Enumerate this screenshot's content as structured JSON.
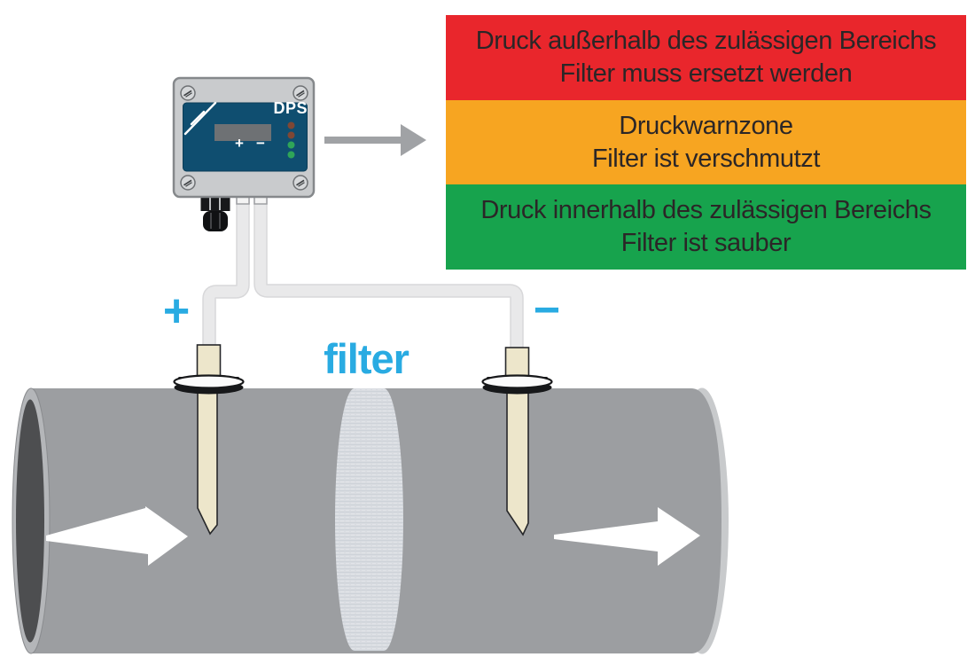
{
  "device": {
    "model_label": "DPS",
    "port_plus_label": "+",
    "port_minus_label": "−",
    "body_color": "#C9CBCD",
    "panel_color": "#0F4E70",
    "display_color": "#6E7174",
    "led_colors": [
      "#7F4734",
      "#7F4734",
      "#2FA558",
      "#2FA558"
    ]
  },
  "tube_labels": {
    "plus": "+",
    "minus": "−",
    "accent_color": "#29ABE2"
  },
  "filter_label": "filter",
  "legend": {
    "text_color": "#2B2627",
    "bands": [
      {
        "color": "#E9262C",
        "line1": "Druck außerhalb des zulässigen Bereichs",
        "line2": "Filter muss ersetzt werden"
      },
      {
        "color": "#F7A521",
        "line1": "Druckwarnzone",
        "line2": "Filter ist verschmutzt"
      },
      {
        "color": "#17A34D",
        "line1": "Druck innerhalb des zulässigen Bereichs",
        "line2": "Filter ist sauber"
      }
    ]
  },
  "pipe": {
    "body_color": "#9C9EA1",
    "opening_rim_color": "#B4B6B9",
    "opening_interior_color": "#4D4E50",
    "end_cap_color": "#C8CACC",
    "filter_band_color": "#D9DCE1",
    "flow_arrow_color": "#FFFFFF"
  },
  "probe_color": "#EDE6CB",
  "tube_color": "#E9E9EA",
  "pointer_arrow_color": "#A0A2A5"
}
